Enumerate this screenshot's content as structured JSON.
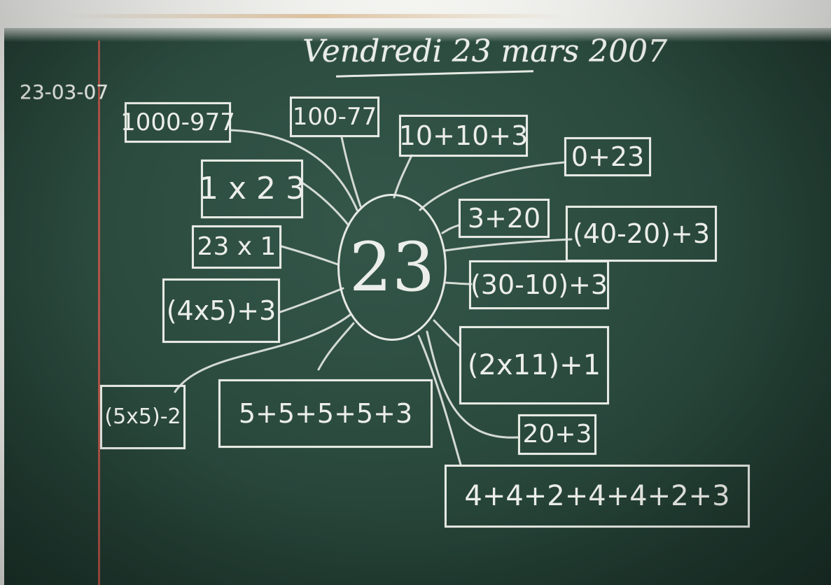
{
  "board": {
    "title": "Vendredi 23 mars 2007",
    "margin_date": "23-03-07",
    "center_number": "23"
  },
  "expressions": [
    "1000-977",
    "100-77",
    "10+10+3",
    "0+23",
    "1 x 2 3",
    "3+20",
    "(40-20)+3",
    "23 x 1",
    "(30-10)+3",
    "(4x5)+3",
    "(2x11)+1",
    "(5x5)-2",
    "5+5+5+5+3",
    "20+3",
    "4+4+2+4+4+2+3"
  ],
  "colors": {
    "board": "#2b4a3e",
    "chalk": "#e9ece7",
    "margin_line": "#c0574a"
  }
}
